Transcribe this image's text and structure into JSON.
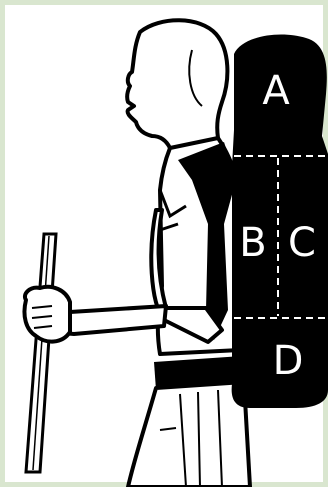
{
  "diagram": {
    "zones": [
      {
        "id": "A",
        "label": "A"
      },
      {
        "id": "B",
        "label": "B"
      },
      {
        "id": "C",
        "label": "C"
      },
      {
        "id": "D",
        "label": "D"
      }
    ]
  }
}
